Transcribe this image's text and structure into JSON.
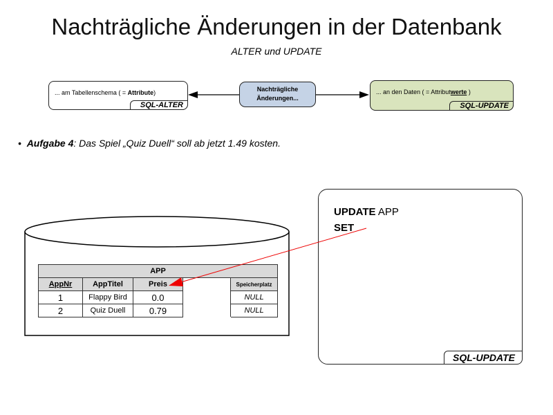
{
  "title": "Nachträgliche Änderungen in der Datenbank",
  "subtitle": "ALTER und UPDATE",
  "flow": {
    "left_text_pre": "... am Tabellenschema ( = ",
    "left_text_bold": "Attribute",
    "left_text_post": ")",
    "left_tag": "SQL-ALTER",
    "center": "Nachträgliche Änderungen...",
    "right_text_pre": "... an den Daten ( = Attribut",
    "right_text_bold": "werte",
    "right_text_post": " )",
    "right_tag": "SQL-UPDATE",
    "colors": {
      "center": "#c5d3e6",
      "right": "#d9e4bd"
    }
  },
  "task": {
    "label": "Aufgabe 4",
    "text": ": Das Spiel „Quiz Duell“ soll ab jetzt 1.49 kosten."
  },
  "table": {
    "name": "APP",
    "headers": [
      "AppNr",
      "AppTitel",
      "Preis",
      "Speicherplatz"
    ],
    "rows": [
      [
        "1",
        "Flappy Bird",
        "0.0",
        "NULL"
      ],
      [
        "2",
        "Quiz Duell",
        "0.79",
        "NULL"
      ]
    ]
  },
  "sql": {
    "kw1": "UPDATE",
    "t1": " APP",
    "kw2": "SET",
    "tag": "SQL-UPDATE"
  }
}
